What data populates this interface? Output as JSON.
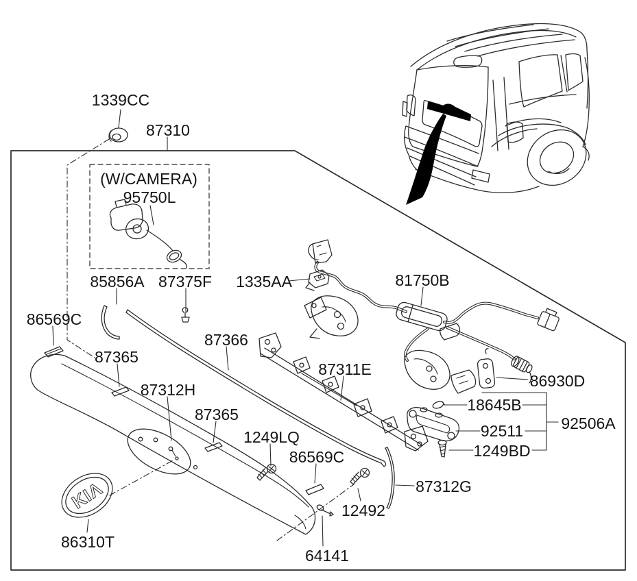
{
  "diagram": {
    "type": "exploded-parts-diagram",
    "subject": "tailgate back panel moulding with camera, licence lamps and wiring",
    "vehicle_view": "rear three-quarter view of SUV with tailgate garnish highlighted",
    "colors": {
      "line": "#2b2b2b",
      "label_text": "#141414",
      "highlight_fill": "#000000",
      "background": "#ffffff"
    }
  },
  "camera_box": {
    "note": "(W/CAMERA)",
    "part": "95750L"
  },
  "logo": {
    "text": "KIΛ"
  },
  "labels": [
    {
      "id": "1339CC",
      "text": "1339CC"
    },
    {
      "id": "87310",
      "text": "87310"
    },
    {
      "id": "w-camera-note",
      "text": "(W/CAMERA)"
    },
    {
      "id": "95750L",
      "text": "95750L"
    },
    {
      "id": "85856A",
      "text": "85856A"
    },
    {
      "id": "87375F",
      "text": "87375F"
    },
    {
      "id": "1335AA",
      "text": "1335AA"
    },
    {
      "id": "81750B",
      "text": "81750B"
    },
    {
      "id": "86569C-left",
      "text": "86569C"
    },
    {
      "id": "87365-upper",
      "text": "87365"
    },
    {
      "id": "87366",
      "text": "87366"
    },
    {
      "id": "87312H",
      "text": "87312H"
    },
    {
      "id": "87311E",
      "text": "87311E"
    },
    {
      "id": "86930D",
      "text": "86930D"
    },
    {
      "id": "18645B",
      "text": "18645B"
    },
    {
      "id": "92506A",
      "text": "92506A"
    },
    {
      "id": "92511",
      "text": "92511"
    },
    {
      "id": "1249BD",
      "text": "1249BD"
    },
    {
      "id": "87365-lower",
      "text": "87365"
    },
    {
      "id": "1249LQ",
      "text": "1249LQ"
    },
    {
      "id": "86569C-lower",
      "text": "86569C"
    },
    {
      "id": "87312G",
      "text": "87312G"
    },
    {
      "id": "12492",
      "text": "12492"
    },
    {
      "id": "86310T",
      "text": "86310T"
    },
    {
      "id": "64141",
      "text": "64141"
    }
  ]
}
